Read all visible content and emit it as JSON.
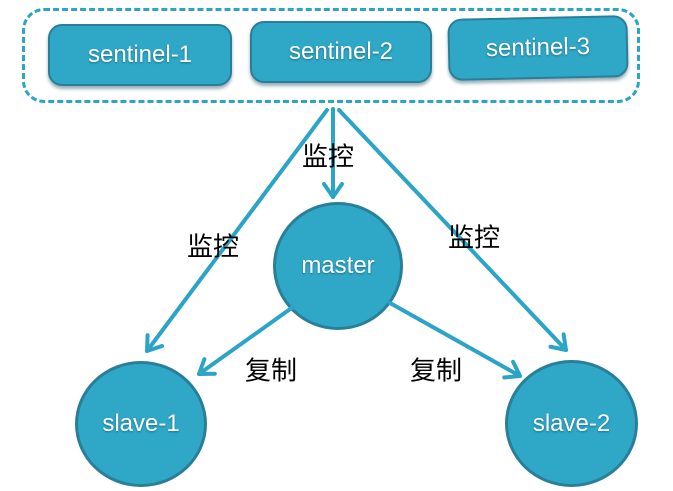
{
  "diagram": {
    "sentinels": [
      {
        "label": "sentinel-1"
      },
      {
        "label": "sentinel-2"
      },
      {
        "label": "sentinel-3"
      }
    ],
    "nodes": {
      "master": {
        "label": "master"
      },
      "slave1": {
        "label": "slave-1"
      },
      "slave2": {
        "label": "slave-2"
      }
    },
    "edge_labels": {
      "monitor_master": "监控",
      "monitor_slave1": "监控",
      "monitor_slave2": "监控",
      "replicate_slave1": "复制",
      "replicate_slave2": "复制"
    },
    "colors": {
      "node_fill": "#2fa8c8",
      "node_border": "#2a7f98",
      "line": "#2ba4c6",
      "edge_label_text": "#000000",
      "node_text": "#ffffff",
      "background": "#ffffff"
    }
  }
}
